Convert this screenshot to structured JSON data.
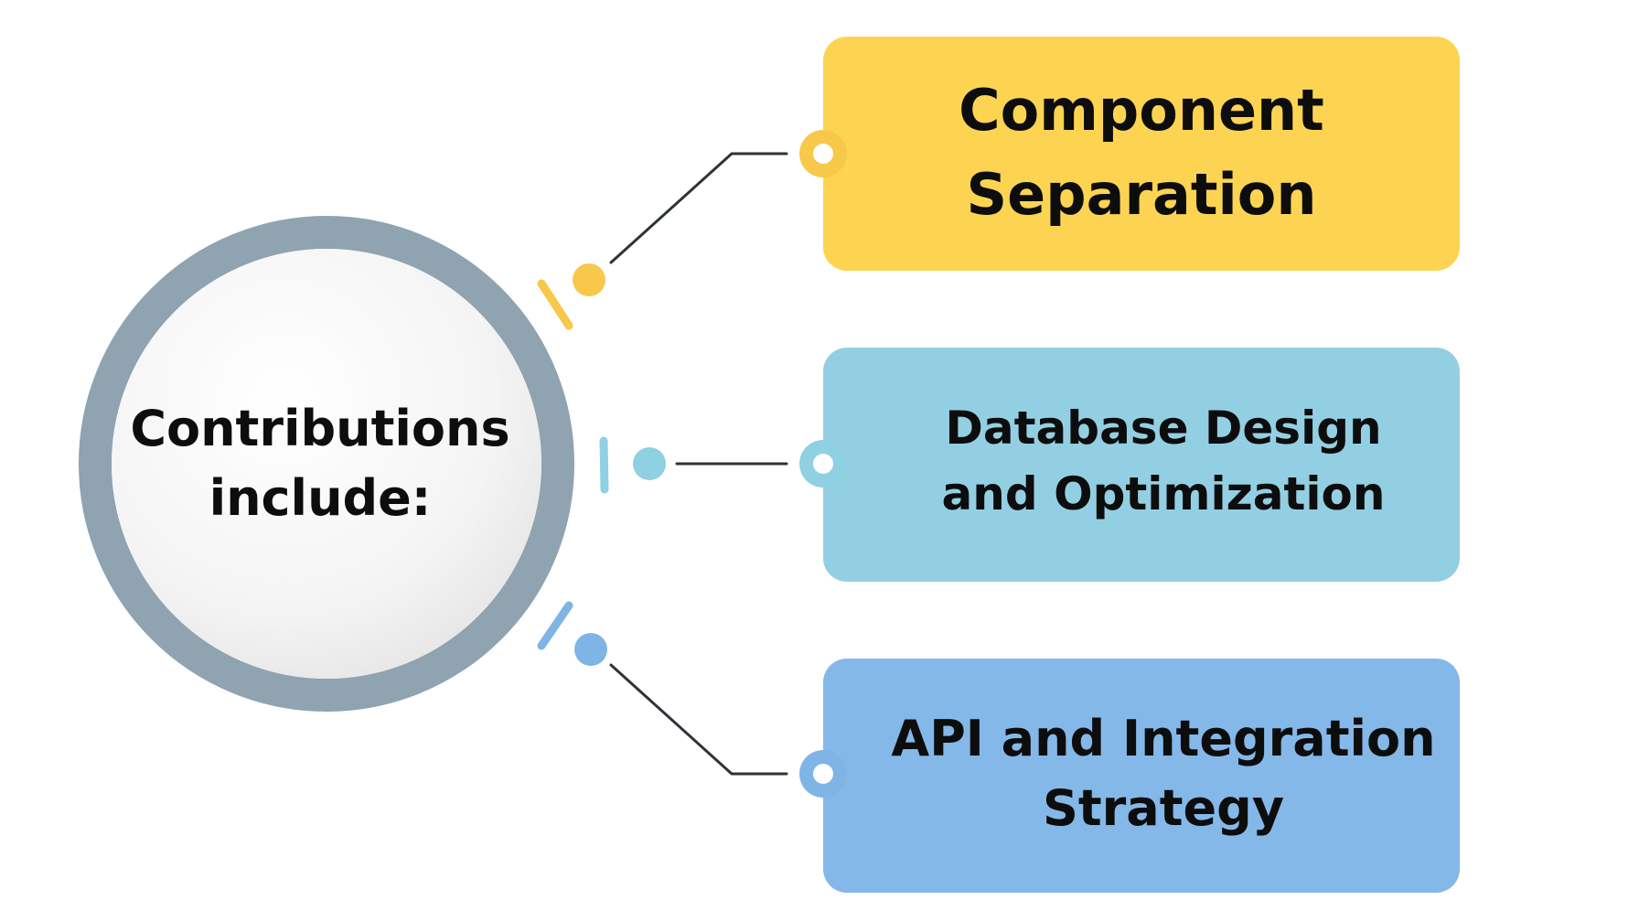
{
  "hub": {
    "line1": "Contributions",
    "line2": "include:"
  },
  "cards": [
    {
      "line1": "Component",
      "line2": "Separation",
      "color": "#FDD452",
      "accent": "#F8C84A"
    },
    {
      "line1": "Database Design",
      "line2": "and Optimization",
      "color": "#93CFE3",
      "accent": "#8FD0E3"
    },
    {
      "line1": "API and Integration",
      "line2": "Strategy",
      "color": "#84B8E8",
      "accent": "#7FB4E6"
    }
  ],
  "colors": {
    "ring": "#8FA3B1",
    "connector": "#2E3338",
    "background": "#FFFFFF"
  }
}
